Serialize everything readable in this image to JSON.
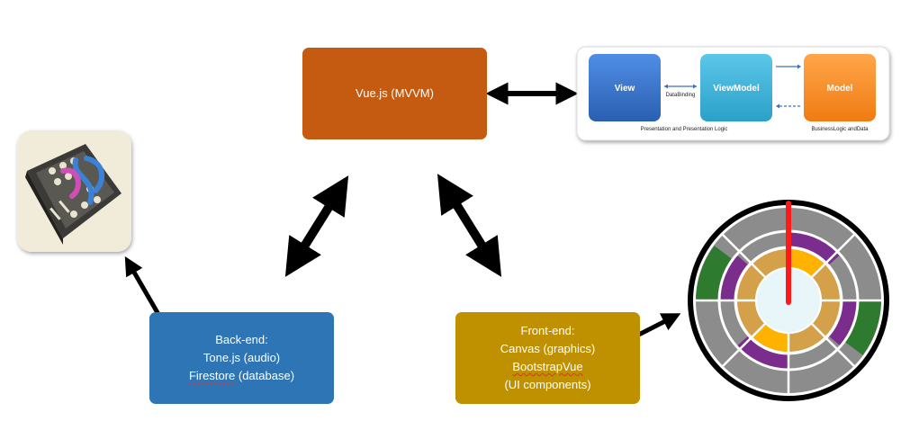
{
  "vue_box": {
    "label": "Vue.js (MVVM)",
    "color": "#c55a11"
  },
  "backend_box": {
    "lines": [
      "Back-end:",
      "Tone.js (audio)",
      "Firestore (database)"
    ],
    "underlined_word": "Firestore",
    "color": "#2e75b6"
  },
  "frontend_box": {
    "lines": [
      "Front-end:",
      "Canvas (graphics)",
      "BootstrapVue",
      "(UI components)"
    ],
    "underlined_word": "BootstrapVue",
    "color": "#bf9000"
  },
  "mvvm_diagram": {
    "view": "View",
    "viewmodel": "ViewModel",
    "model": "Model",
    "binding": "DataBinding",
    "presentation": "Presentation and Presentation Logic",
    "business": "BusinessLogic andData"
  },
  "icons": {
    "app": "synth-app-icon",
    "dial": "circular-sequencer-dial"
  }
}
